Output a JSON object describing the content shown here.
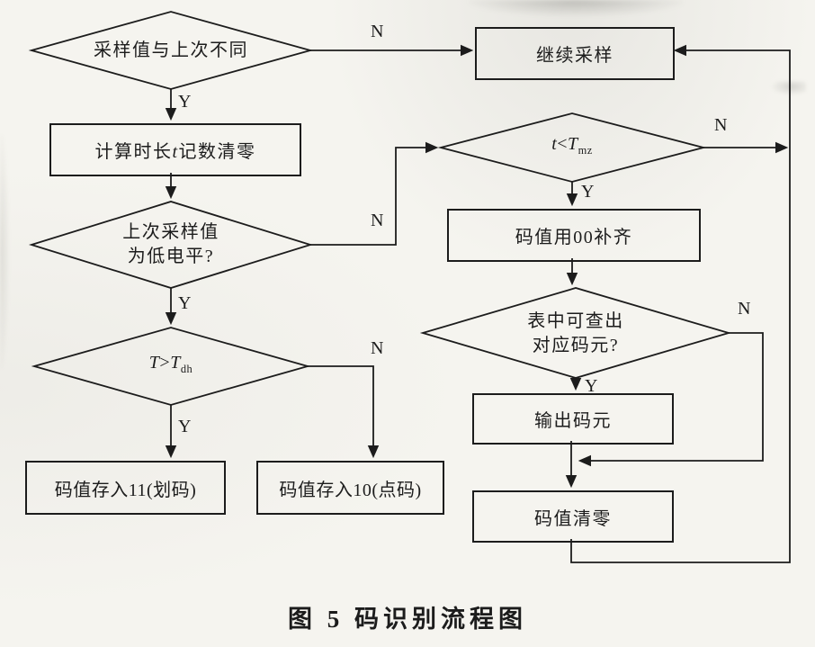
{
  "colors": {
    "ink": "#1c1c1c",
    "paper": "#f5f4ef"
  },
  "caption": "图 5  码识别流程图",
  "nodes": {
    "d1": {
      "label": "采样值与上次不同"
    },
    "r_continue": {
      "label": "继续采样"
    },
    "r_calc": {
      "pre": "计算时长",
      "var": "t",
      "post": "记数清零"
    },
    "d2": {
      "line1": "上次采样值",
      "line2": "为低电平?"
    },
    "d3": {
      "lead": "t",
      "op": "<",
      "var": "T",
      "sub": "mz"
    },
    "r_pad": {
      "label": "码值用00补齐"
    },
    "d4": {
      "line1": "表中可查出",
      "line2": "对应码元?"
    },
    "r_output": {
      "label": "输出码元"
    },
    "r_clear": {
      "label": "码值清零"
    },
    "d5": {
      "lead": "T",
      "op": ">",
      "var": "T",
      "sub": "dh"
    },
    "r_dash": {
      "label": "码值存入11(划码)"
    },
    "r_dot": {
      "label": "码值存入10(点码)"
    }
  },
  "labels": {
    "n1": "N",
    "y1": "Y",
    "n2": "N",
    "y2": "Y",
    "n3": "N",
    "y3": "Y",
    "n4": "N",
    "y4": "Y",
    "n5": "N",
    "y5": "Y"
  }
}
